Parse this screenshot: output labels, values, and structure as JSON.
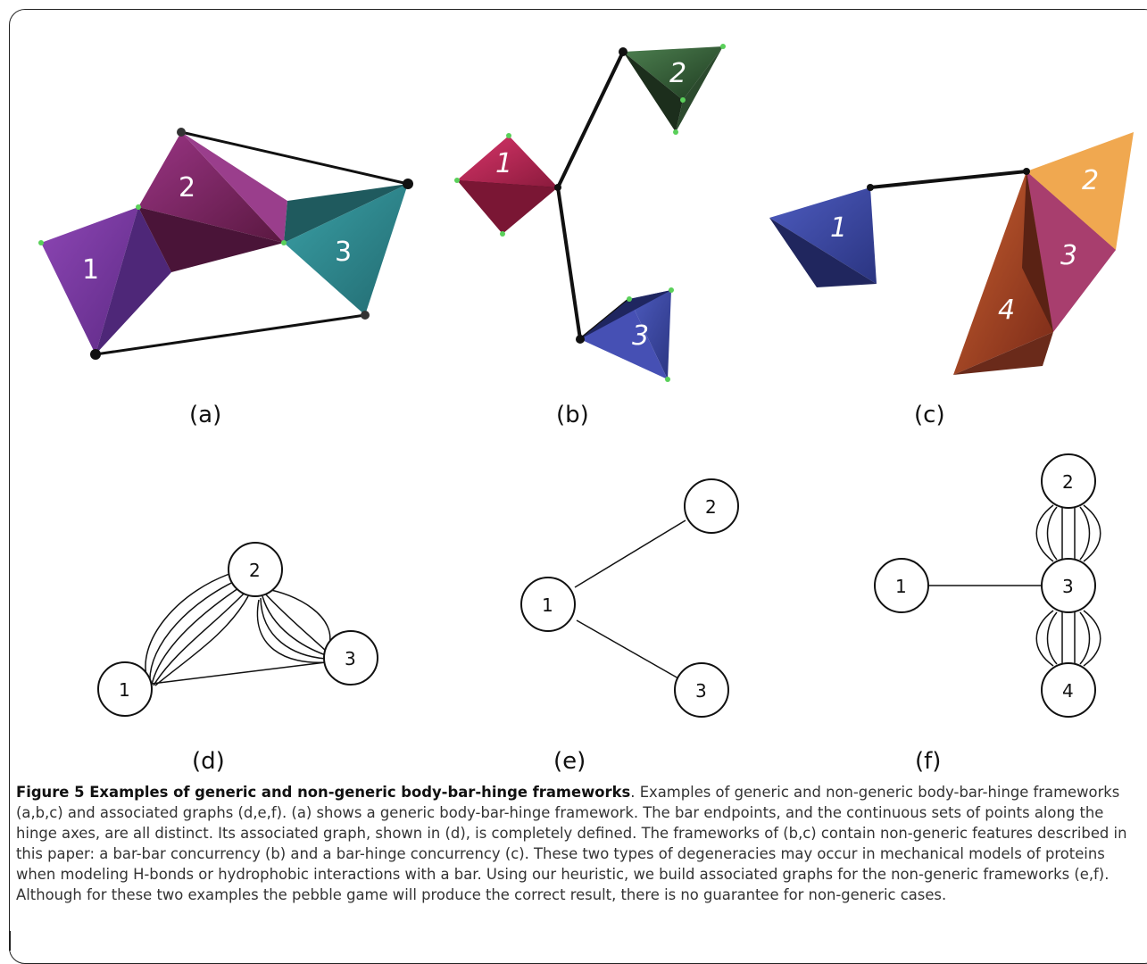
{
  "panels": {
    "a": {
      "label": "(a)",
      "bodies": [
        "1",
        "2",
        "3"
      ]
    },
    "b": {
      "label": "(b)",
      "bodies": [
        "1",
        "2",
        "3"
      ]
    },
    "c": {
      "label": "(c)",
      "bodies": [
        "1",
        "2",
        "3",
        "4"
      ]
    },
    "d": {
      "label": "(d)",
      "nodes": [
        "1",
        "2",
        "3"
      ]
    },
    "e": {
      "label": "(e)",
      "nodes": [
        "1",
        "2",
        "3"
      ]
    },
    "f": {
      "label": "(f)",
      "nodes": [
        "1",
        "2",
        "3",
        "4"
      ]
    }
  },
  "graphs": {
    "d": {
      "edges": [
        {
          "from": "1",
          "to": "2",
          "count": 5
        },
        {
          "from": "2",
          "to": "3",
          "count": 5
        },
        {
          "from": "1",
          "to": "3",
          "count": 1
        }
      ]
    },
    "e": {
      "edges": [
        {
          "from": "1",
          "to": "2",
          "count": 1
        },
        {
          "from": "1",
          "to": "3",
          "count": 1
        }
      ]
    },
    "f": {
      "edges": [
        {
          "from": "1",
          "to": "3",
          "count": 1
        },
        {
          "from": "2",
          "to": "3",
          "count": 6
        },
        {
          "from": "3",
          "to": "4",
          "count": 6
        }
      ]
    }
  },
  "colors": {
    "body_purple": "#7b3aa0",
    "body_magenta": "#8a2a6e",
    "body_teal": "#2f8a8f",
    "body_crimson": "#c8285a",
    "body_green": "#3a6a3c",
    "body_blue": "#3d4aa8",
    "body_orange": "#f0a850",
    "body_rust": "#b5502a",
    "bar": "#111111",
    "bar_endpoint": "#5ad05a"
  },
  "caption": {
    "title": "Figure 5 Examples of generic and non-generic body-bar-hinge frameworks",
    "text": ". Examples of generic and non-generic body-bar-hinge frameworks (a,b,c) and associated graphs (d,e,f). (a) shows a generic body-bar-hinge framework. The bar endpoints, and the continuous sets of points along the hinge axes, are all distinct. Its associated graph, shown in (d), is completely defined. The frameworks of (b,c) contain non-generic features described in this paper: a bar-bar concurrency (b) and a bar-hinge concurrency (c). These two types of degeneracies may occur in mechanical models of proteins when modeling H-bonds or hydrophobic interactions with a bar. Using our heuristic, we build associated graphs for the non-generic frameworks (e,f). Although for these two examples the pebble game will produce the correct result, there is no guarantee for non-generic cases."
  }
}
